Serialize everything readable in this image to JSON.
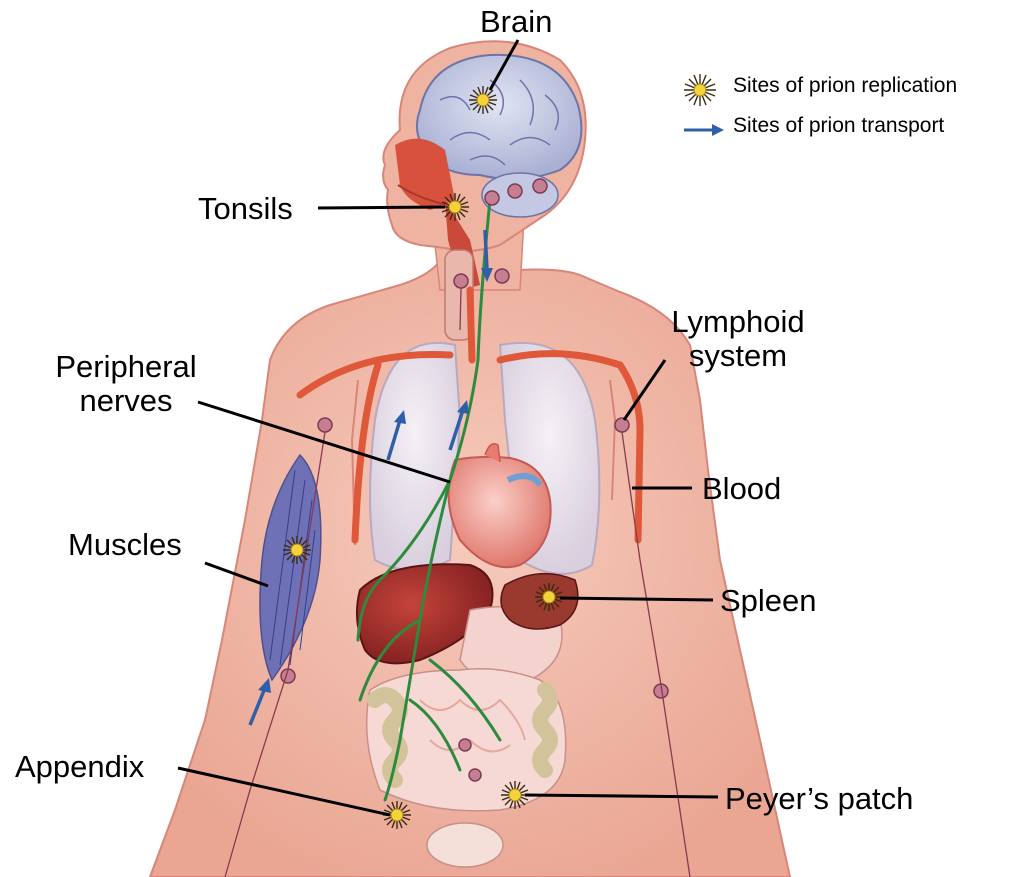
{
  "legend": {
    "replication": "Sites of prion replication",
    "transport": "Sites of prion transport",
    "replication_icon": "starburst-icon",
    "transport_icon": "arrow-icon",
    "transport_color": "#2f5fa8",
    "replication_color": "#f4d23a"
  },
  "labels": {
    "brain": "Brain",
    "tonsils": "Tonsils",
    "lymphoid_line1": "Lymphoid",
    "lymphoid_line2": "system",
    "peripheral_line1": "Peripheral",
    "peripheral_line2": "nerves",
    "blood": "Blood",
    "muscles": "Muscles",
    "spleen": "Spleen",
    "appendix": "Appendix",
    "peyers": "Peyer’s patch"
  },
  "colors": {
    "skin": "#f2b8a6",
    "skin_outline": "#d9867a",
    "brain": "#c9cde6",
    "lungs": "#ece6ee",
    "heart": "#f3a9a0",
    "liver": "#a3282a",
    "nerves": "#2e8b3e",
    "vessels": "#e0583a",
    "intestine": "#f1ead2"
  }
}
